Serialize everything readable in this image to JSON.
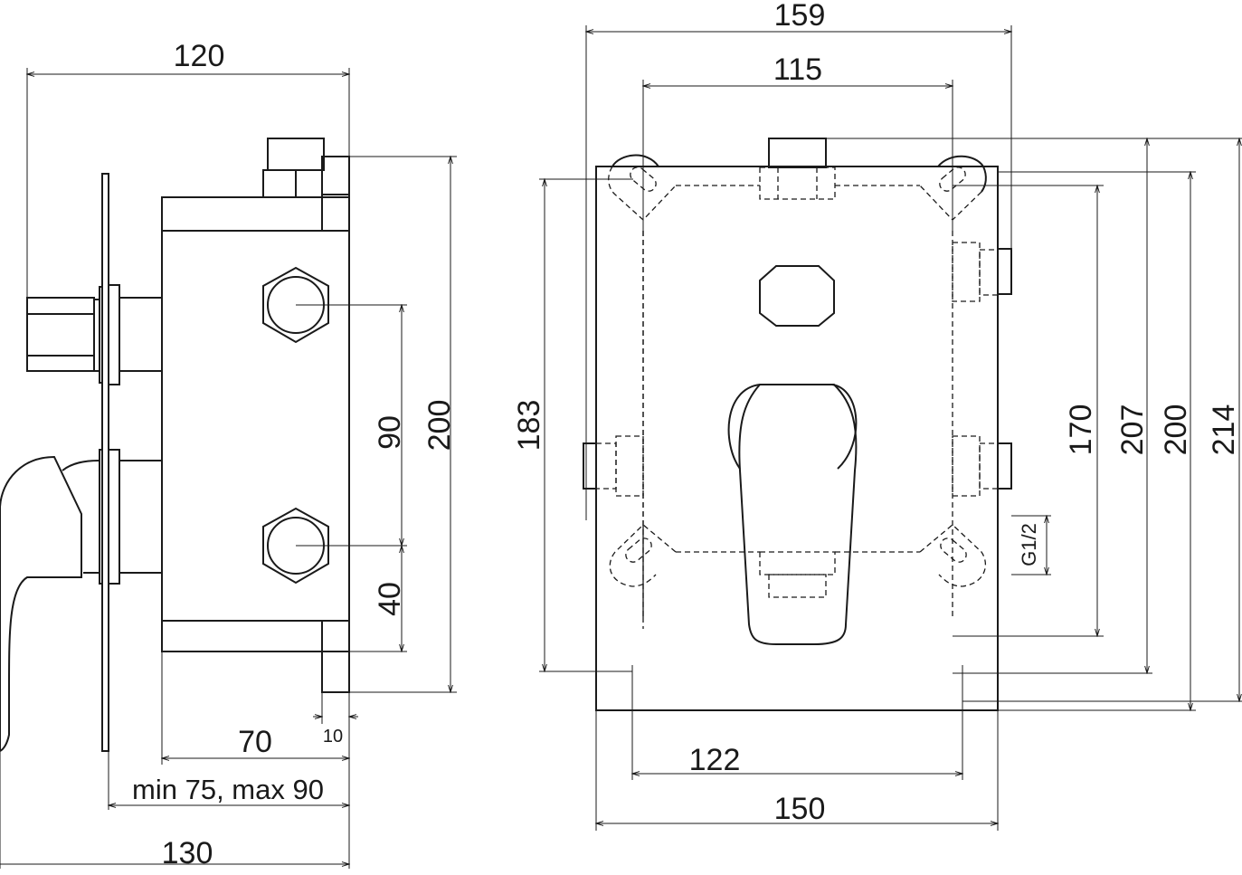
{
  "side_view": {
    "dim_width_total": "120",
    "dim_height": "200",
    "dim_connection_spacing": "90",
    "dim_lower_offset": "40",
    "dim_body_depth": "70",
    "dim_flange": "10",
    "dim_install_depth": "min 75, max 90",
    "dim_overall": "130"
  },
  "front_view": {
    "dim_outer_width": "159",
    "dim_inner_width": "115",
    "dim_plate_width": "150",
    "dim_mount_spacing": "122",
    "dim_left_height": "183",
    "dim_inner_height": "170",
    "dim_h1": "207",
    "dim_h2": "200",
    "dim_h3": "214",
    "thread": "G1/2"
  }
}
